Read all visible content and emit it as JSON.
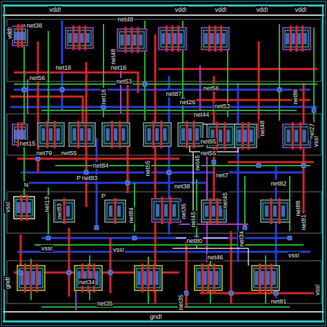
{
  "diagram": {
    "labels": [
      "vdd!",
      "vdd!",
      "vdd!",
      "vdd!",
      "vdd!",
      "vdd!",
      "net38",
      "net48",
      "net48",
      "net16",
      "net16",
      "net56",
      "net53",
      "net87",
      "net56",
      "net26",
      "net44",
      "net53",
      "net86",
      "net16",
      "net48",
      "net27",
      "net15",
      "net79",
      "net55",
      "net85",
      "net55",
      "net45",
      "net84",
      "net55",
      "net83",
      "N",
      "P",
      "net7",
      "net82",
      "net38",
      "net13",
      "net83",
      "P",
      "net84",
      "net35",
      "net45",
      "net88",
      "net45",
      "net81",
      "vss!",
      "vss!",
      "net80",
      "net34",
      "net46",
      "vss!",
      "vss!",
      "vss!",
      "gnd!",
      "net34",
      "net35",
      "net35",
      "net81",
      "gnd!",
      "vss!"
    ]
  }
}
